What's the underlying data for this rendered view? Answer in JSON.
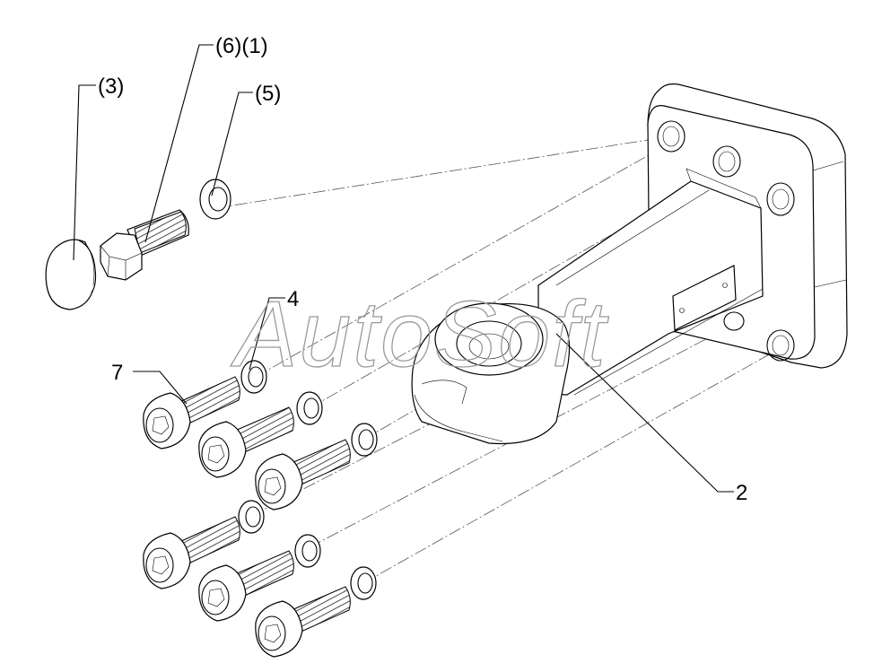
{
  "diagram": {
    "watermark": "AutoSoft",
    "callouts": [
      {
        "id": "callout-3",
        "label": "(3)"
      },
      {
        "id": "callout-6-1",
        "label": "(6)(1)"
      },
      {
        "id": "callout-5",
        "label": "(5)"
      },
      {
        "id": "callout-4",
        "label": "4"
      },
      {
        "id": "callout-7",
        "label": "7"
      },
      {
        "id": "callout-2",
        "label": "2"
      }
    ]
  }
}
